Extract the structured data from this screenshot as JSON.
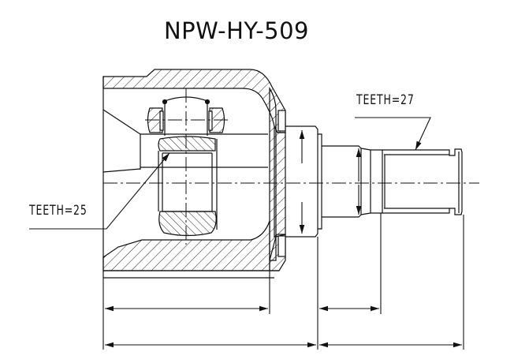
{
  "drawing": {
    "title": "NPW-HY-509",
    "part_type": "inner CV joint",
    "annotations": [
      {
        "id": "teeth-inner",
        "text": "TEETH=25"
      },
      {
        "id": "teeth-outer",
        "text": "TEETH=27"
      }
    ],
    "dimension_lines": [
      {
        "name": "housing-length",
        "row": 1
      },
      {
        "name": "shaft-step-length",
        "row": 1
      },
      {
        "name": "body-length",
        "row": 2
      },
      {
        "name": "shaft-length",
        "row": 2
      }
    ],
    "colors": {
      "line": "#111111",
      "background": "#ffffff"
    }
  }
}
